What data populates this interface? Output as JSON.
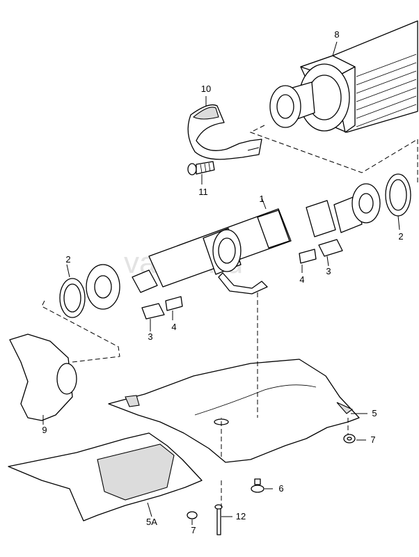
{
  "watermark": "vagtor.ru",
  "callouts": {
    "c1": "1",
    "c2_left": "2",
    "c2_right": "2",
    "c3_left": "3",
    "c3_right": "3",
    "c4_left": "4",
    "c4_right": "4",
    "c5": "5",
    "c5a": "5A",
    "c6": "6",
    "c7_right": "7",
    "c7_bottom": "7",
    "c8": "8",
    "c9": "9",
    "c10": "10",
    "c11": "11",
    "c12": "12"
  }
}
